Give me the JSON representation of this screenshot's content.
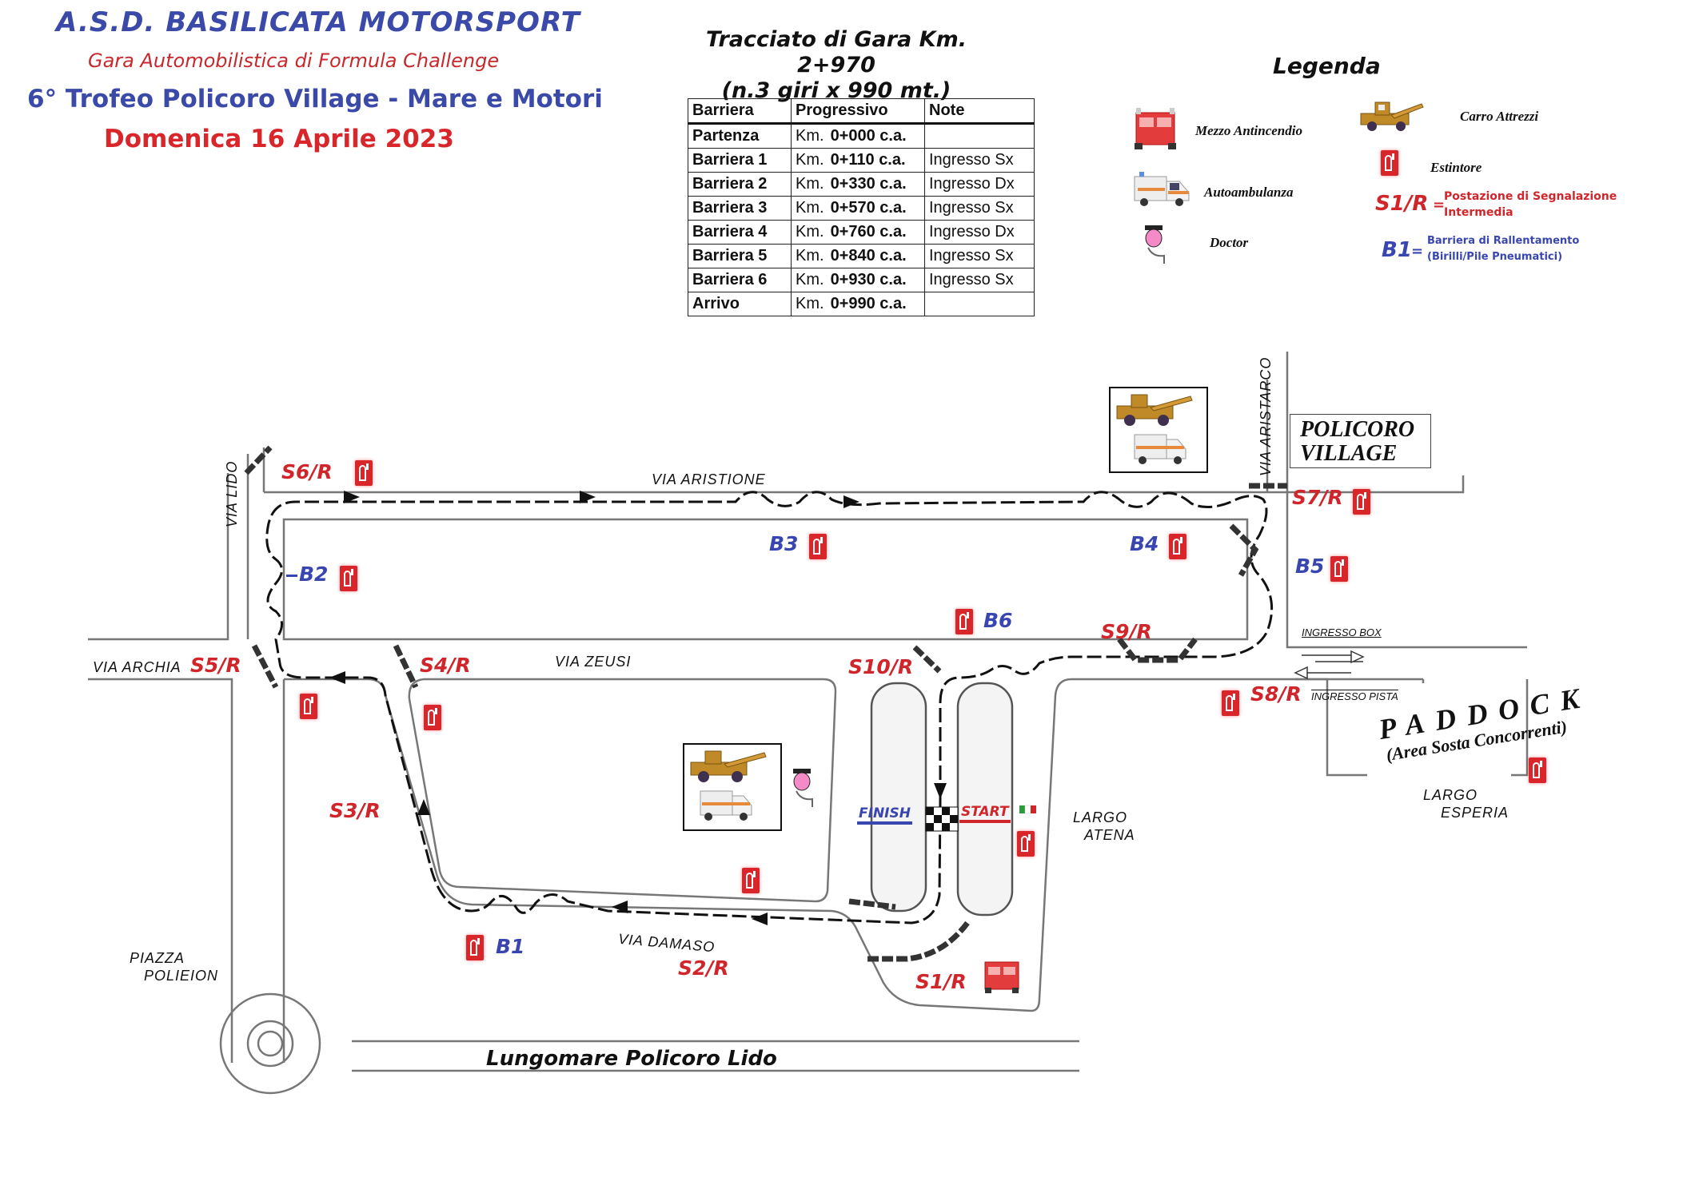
{
  "header": {
    "organizer": "A.S.D. BASILICATA MOTORSPORT",
    "race_type": "Gara Automobilistica di Formula Challenge",
    "event": "6° Trofeo Policoro Village - Mare e Motori",
    "date": "Domenica 16 Aprile 2023"
  },
  "track": {
    "title_line1": "Tracciato di Gara Km. 2+970",
    "title_line2": "(n.3 giri x 990 mt.)"
  },
  "barrier_table": {
    "columns": [
      "Barriera",
      "Progressivo",
      "Note"
    ],
    "rows": [
      {
        "name": "Partenza",
        "km_prefix": "Km.",
        "km": "0+000 c.a.",
        "note": ""
      },
      {
        "name": "Barriera 1",
        "km_prefix": "Km.",
        "km": "0+110 c.a.",
        "note": "Ingresso Sx"
      },
      {
        "name": "Barriera 2",
        "km_prefix": "Km.",
        "km": "0+330 c.a.",
        "note": "Ingresso Dx"
      },
      {
        "name": "Barriera 3",
        "km_prefix": "Km.",
        "km": "0+570 c.a.",
        "note": "Ingresso Sx"
      },
      {
        "name": "Barriera 4",
        "km_prefix": "Km.",
        "km": "0+760 c.a.",
        "note": "Ingresso Dx"
      },
      {
        "name": "Barriera 5",
        "km_prefix": "Km.",
        "km": "0+840 c.a.",
        "note": "Ingresso Sx"
      },
      {
        "name": "Barriera 6",
        "km_prefix": "Km.",
        "km": "0+930 c.a.",
        "note": "Ingresso Sx"
      },
      {
        "name": "Arrivo",
        "km_prefix": "Km.",
        "km": "0+990 c.a.",
        "note": ""
      }
    ]
  },
  "legend": {
    "title": "Legenda",
    "items": [
      {
        "icon": "fire-truck-icon",
        "label": "Mezzo Antincendio"
      },
      {
        "icon": "ambulance-icon",
        "label": "Autoambulanza"
      },
      {
        "icon": "doctor-icon",
        "label": "Doctor"
      },
      {
        "icon": "tow-truck-icon",
        "label": "Carro Attrezzi"
      },
      {
        "icon": "fire-extinguisher-icon",
        "label": "Estintore"
      }
    ],
    "station_code": "S1/R",
    "station_eq": "=",
    "station_desc_1": "Postazione di Segnalazione",
    "station_desc_2": "Intermedia",
    "barrier_code": "B1",
    "barrier_eq": "=",
    "barrier_desc_1": "Barriera di Rallentamento",
    "barrier_desc_2": "(Birilli/Pile Pneumatici)"
  },
  "map": {
    "streets": {
      "via_aristione": "VIA  ARISTIONE",
      "via_lido": "VIA  LIDO",
      "via_aristarco": "VIA  ARISTARCO",
      "via_archia": "VIA  ARCHIA",
      "via_zeusi": "VIA  ZEUSI",
      "via_damaso": "VIA  DAMASO",
      "piazza_1": "PIAZZA",
      "piazza_2": "POLIEION",
      "largo_atena_1": "LARGO",
      "largo_atena_2": "ATENA",
      "largo_esperia_1": "LARGO",
      "largo_esperia_2": "ESPERIA",
      "lungomare": "Lungomare Policoro Lido"
    },
    "village_1": "POLICORO",
    "village_2": "VILLAGE",
    "paddock": "PADDOCK",
    "paddock_sub": "(Area Sosta Concorrenti)",
    "ingresso_box": "INGRESSO BOX",
    "ingresso_pista": "INGRESSO  PISTA",
    "finish": "FINISH",
    "start": "START",
    "stations": [
      "S1/R",
      "S2/R",
      "S3/R",
      "S4/R",
      "S5/R",
      "S6/R",
      "S7/R",
      "S8/R",
      "S9/R",
      "S10/R"
    ],
    "barriers": [
      "B1",
      "B2",
      "B3",
      "B4",
      "B5",
      "B6"
    ]
  },
  "colors": {
    "blue": "#3946b0",
    "red": "#d0262b",
    "track": "#111111"
  }
}
